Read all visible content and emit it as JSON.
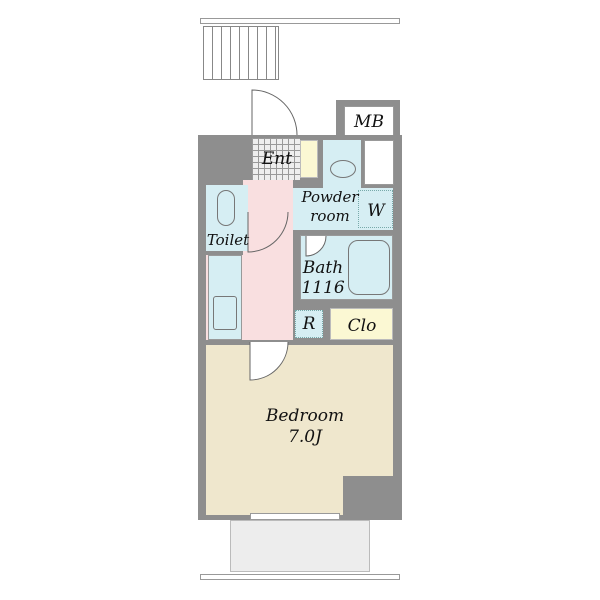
{
  "rooms": {
    "mb": "MB",
    "entrance": "Ent",
    "powder_room_line1": "Powder",
    "powder_room_line2": "room",
    "washer": "W",
    "toilet": "Toilet",
    "bath_line1": "Bath",
    "bath_line2": "1116",
    "refrigerator": "R",
    "closet": "Clo",
    "bedroom_line1": "Bedroom",
    "bedroom_line2": "7.0J"
  },
  "colors": {
    "wall": "#8e8e8e",
    "wet_area": "#d6eef3",
    "hallway": "#f9dfe0",
    "bedroom": "#efe7cd",
    "storage": "#fbf8d3"
  }
}
